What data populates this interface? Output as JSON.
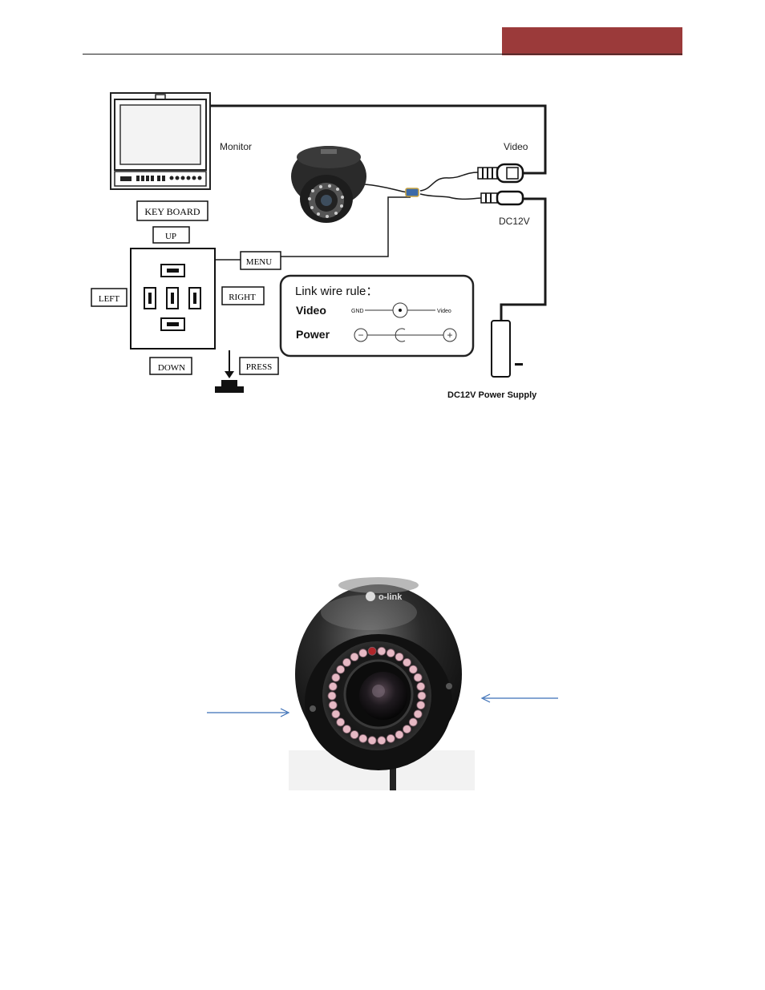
{
  "header": {
    "accent_color": "#9b3a3a"
  },
  "diagram": {
    "monitor_label": "Monitor",
    "video_label": "Video",
    "dc12v_label": "DC12V",
    "keyboard_label": "KEY  BOARD",
    "up_label": "UP",
    "down_label": "DOWN",
    "left_label": "LEFT",
    "right_label": "RIGHT",
    "menu_label": "MENU",
    "press_label": "PRESS",
    "power_supply_label": "DC12V  Power Supply",
    "link_wire": {
      "title": "Link wire rule：",
      "video_row_label": "Video",
      "gnd_label": "GND",
      "video_pin_label": "Video",
      "power_row_label": "Power",
      "minus_symbol": "−",
      "plus_symbol": "+"
    },
    "wire_color": "#1a1a1a"
  },
  "photo": {
    "brand_text": "o-link",
    "arrow_color": "#3b6fb6"
  }
}
